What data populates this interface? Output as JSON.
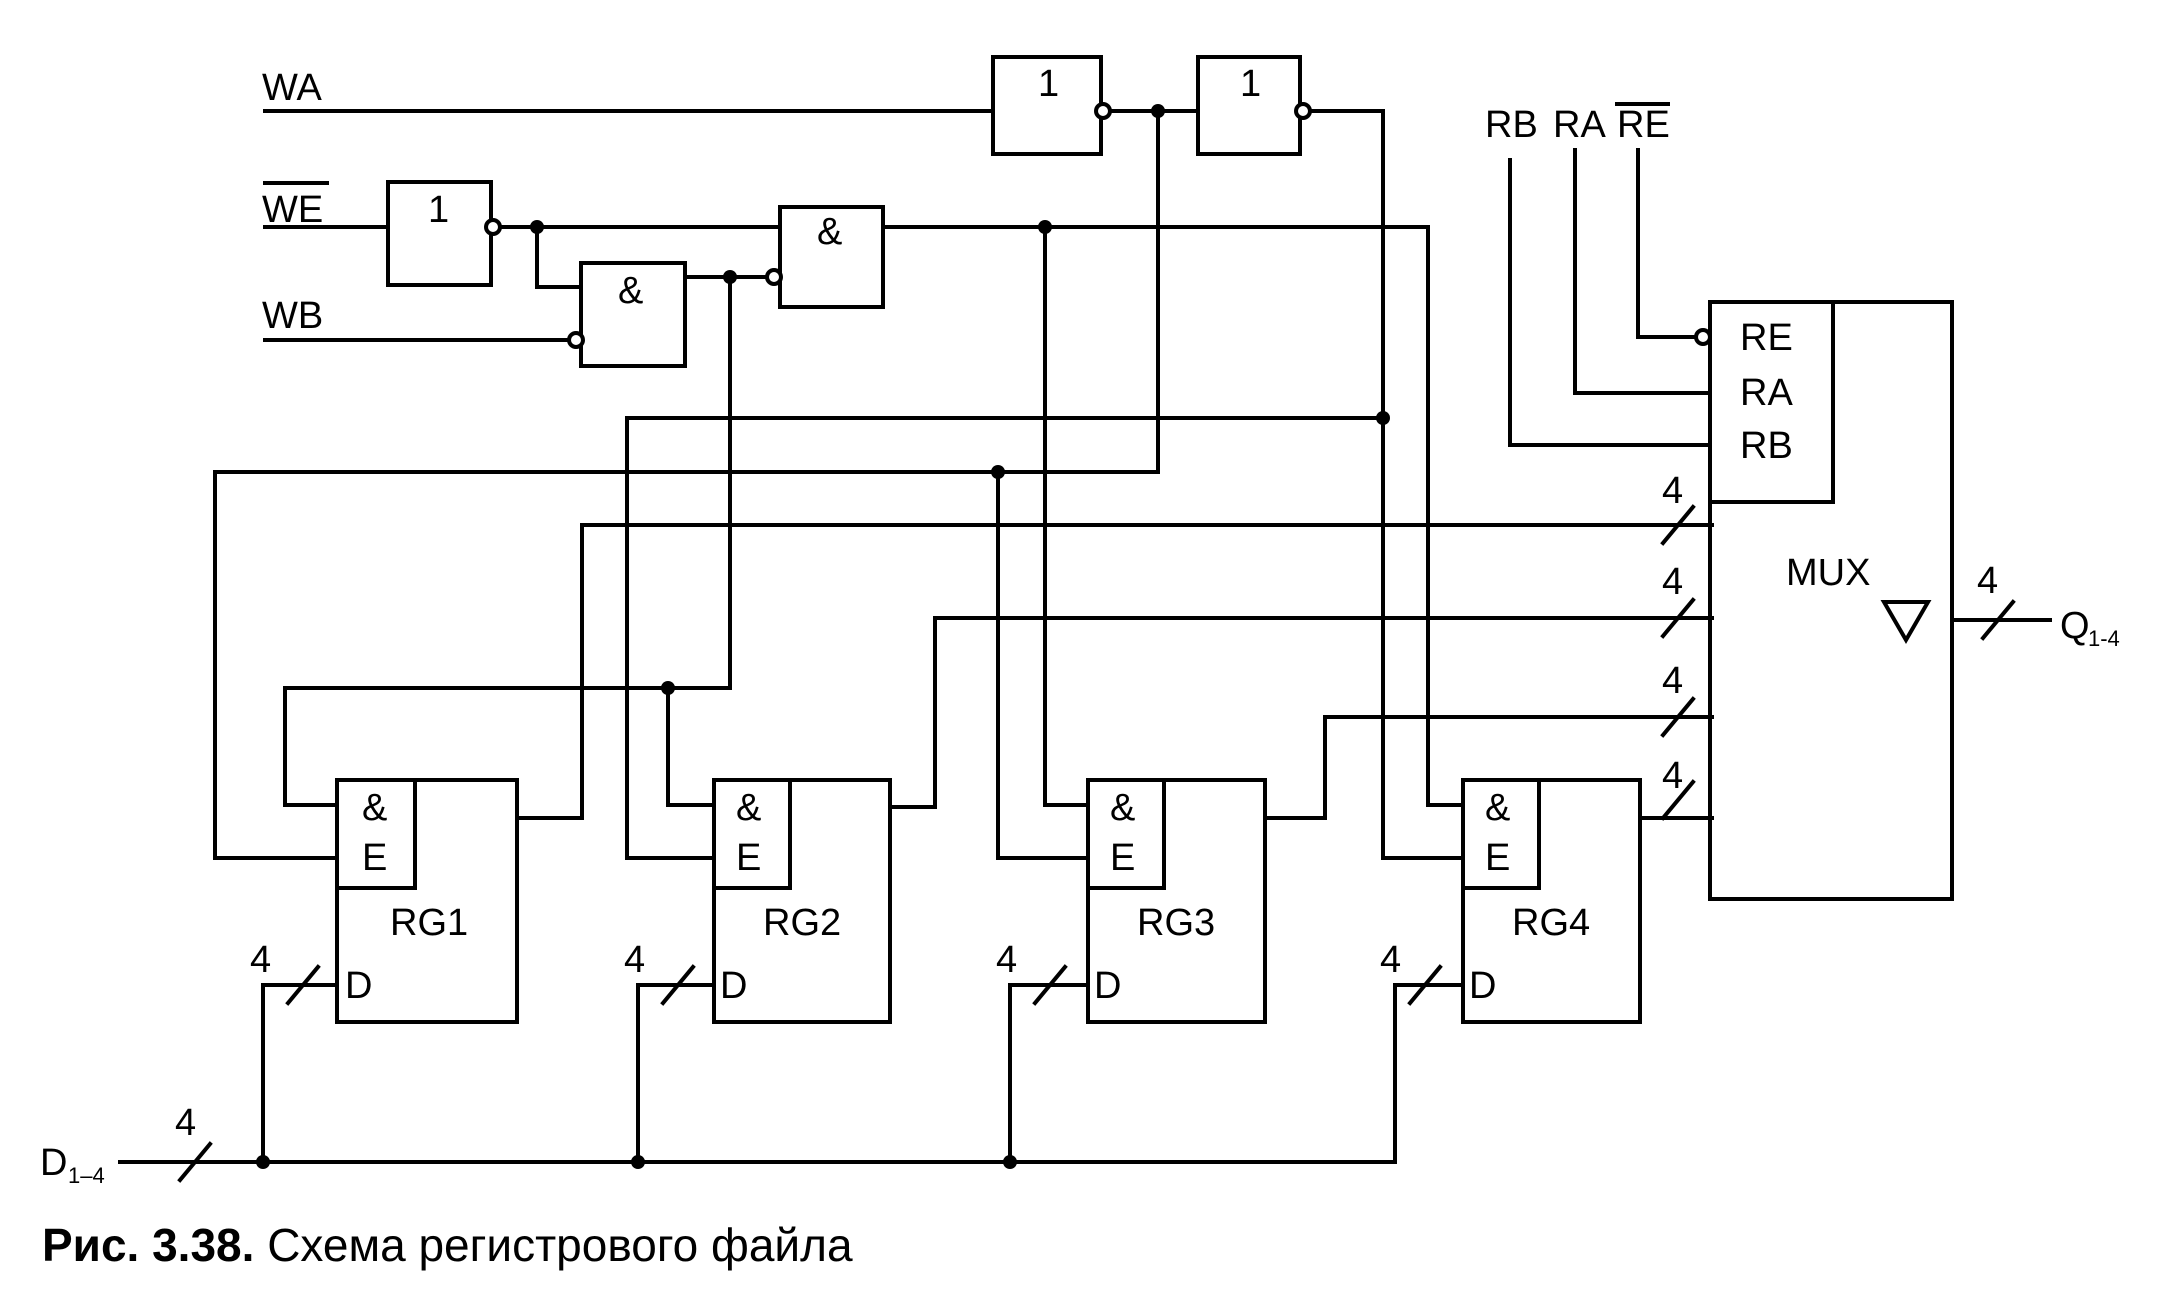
{
  "inputs": {
    "wa": "WA",
    "we": "WE",
    "wb": "WB",
    "rb": "RB",
    "ra": "RA",
    "re": "RE",
    "data_in": "D",
    "data_in_sub": "1–4"
  },
  "gates": {
    "inverter": "1",
    "and": "&"
  },
  "registers": [
    {
      "name": "RG1",
      "and": "&",
      "enable": "E",
      "data": "D"
    },
    {
      "name": "RG2",
      "and": "&",
      "enable": "E",
      "data": "D"
    },
    {
      "name": "RG3",
      "and": "&",
      "enable": "E",
      "data": "D"
    },
    {
      "name": "RG4",
      "and": "&",
      "enable": "E",
      "data": "D"
    }
  ],
  "mux": {
    "name": "MUX",
    "symbol": "▽",
    "ctrl": [
      "RE",
      "RA",
      "RB"
    ]
  },
  "bus_width": "4",
  "output": {
    "name": "Q",
    "sub": "1-4"
  },
  "caption": {
    "number": "Рис. 3.38.",
    "text": " Схема регистрового файла"
  }
}
